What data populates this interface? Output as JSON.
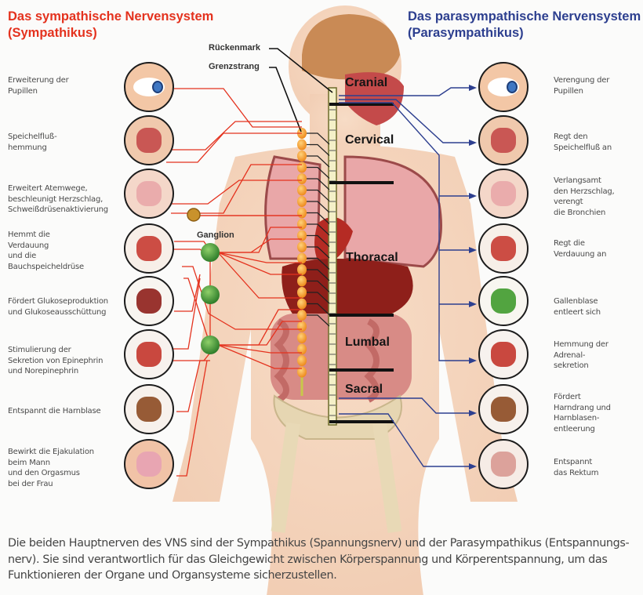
{
  "titles": {
    "sympathetic": [
      "Das sympathische Nervensystem",
      "(Sympathikus)"
    ],
    "parasympathetic": [
      "Das parasympathische Nervensystem",
      "(Parasympathikus)"
    ]
  },
  "figure_labels": {
    "spinal_cord": "Rückenmark",
    "sympathetic_trunk": "Grenzstrang",
    "ganglion": "Ganglion"
  },
  "segments": [
    "Cranial",
    "Cervical",
    "Thoracal",
    "Lumbal",
    "Sacral"
  ],
  "sympathetic_effects": [
    {
      "organ": "eye",
      "lines": [
        "Erweiterung der",
        "Pupillen"
      ]
    },
    {
      "organ": "salivary-glands",
      "lines": [
        "Speichelfluß-",
        "hemmung"
      ]
    },
    {
      "organ": "lungs-heart",
      "lines": [
        "Erweitert Atemwege,",
        "beschleunigt Herzschlag,",
        "Schweißdrüsenaktivierung"
      ]
    },
    {
      "organ": "digestive-tract",
      "lines": [
        "Hemmt die",
        "Verdauung",
        "und die",
        "Bauchspeicheldrüse"
      ]
    },
    {
      "organ": "liver",
      "lines": [
        "Fördert Glukoseproduktion",
        "und Glukoseausschüttung"
      ]
    },
    {
      "organ": "adrenal-kidney",
      "lines": [
        "Stimulierung der",
        "Sekretion von Epinephrin",
        "und Norepinephrin"
      ]
    },
    {
      "organ": "bladder",
      "lines": [
        "Entspannt die Harnblase"
      ]
    },
    {
      "organ": "genitals",
      "lines": [
        "Bewirkt die Ejakulation",
        "beim Mann",
        "und den Orgasmus",
        "bei der Frau"
      ]
    }
  ],
  "parasympathetic_effects": [
    {
      "organ": "eye",
      "lines": [
        "Verengung der",
        "Pupillen"
      ]
    },
    {
      "organ": "salivary-glands",
      "lines": [
        "Regt den",
        "Speichelfluß an"
      ]
    },
    {
      "organ": "lungs-heart",
      "lines": [
        "Verlangsamt",
        "den Herzschlag,",
        "verengt",
        "die Bronchien"
      ]
    },
    {
      "organ": "digestive-tract",
      "lines": [
        "Regt die",
        "Verdauung an"
      ]
    },
    {
      "organ": "gallbladder",
      "lines": [
        "Gallenblase",
        "entleert sich"
      ]
    },
    {
      "organ": "adrenal-kidney",
      "lines": [
        "Hemmung der",
        "Adrenal-",
        "sekretion"
      ]
    },
    {
      "organ": "bladder",
      "lines": [
        "Fördert",
        "Harndrang und",
        "Harnblasen-",
        "entleerung"
      ]
    },
    {
      "organ": "rectum",
      "lines": [
        "Entspannt",
        "das Rektum"
      ]
    }
  ],
  "caption": "Die beiden Hauptnerven des VNS sind der Sympathikus (Spannungsnerv) und der Parasympathikus (Entspannungs-nerv). Sie sind verantwortlich für das Gleichgewicht zwischen Körperspannung und Körperentspannung, um das Funktionieren der Organe und Organsysteme sicherzustellen.",
  "colors": {
    "sympathetic": "#e4321e",
    "parasympathetic": "#2d3f8f",
    "ganglion": "#4f9a3a",
    "chain": "#f4a23a"
  }
}
